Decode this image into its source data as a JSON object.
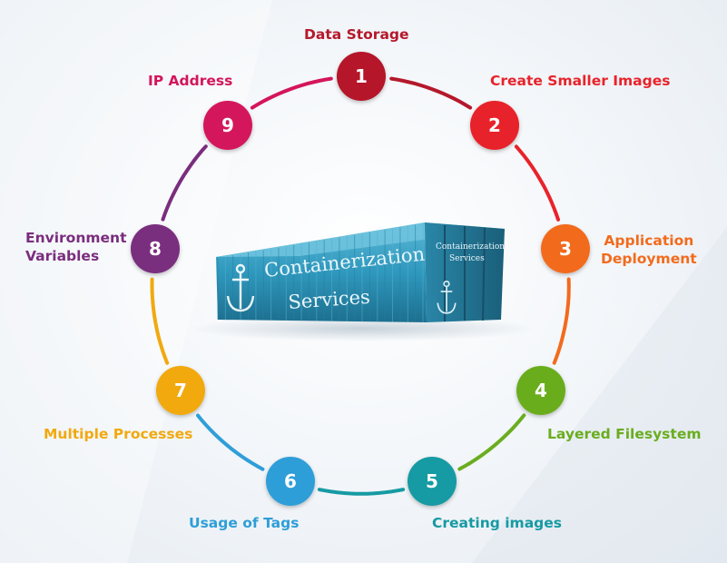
{
  "diagram": {
    "container_front_text": [
      "Containerization",
      "Services"
    ],
    "container_side_text": [
      "Containerization",
      "Services"
    ],
    "nodes": [
      {
        "number": "1",
        "label": "Data Storage",
        "color": "#b5182b"
      },
      {
        "number": "2",
        "label": "Create Smaller Images",
        "color": "#e8232b"
      },
      {
        "number": "3",
        "label": "Application\nDeployment",
        "color": "#f26b1d"
      },
      {
        "number": "4",
        "label": "Layered Filesystem",
        "color": "#6aad1f"
      },
      {
        "number": "5",
        "label": "Creating images",
        "color": "#169aa3"
      },
      {
        "number": "6",
        "label": "Usage of Tags",
        "color": "#2f9ed8"
      },
      {
        "number": "7",
        "label": "Multiple Processes",
        "color": "#f1a90f"
      },
      {
        "number": "8",
        "label": "Environment\nVariables",
        "color": "#7a2d7e"
      },
      {
        "number": "9",
        "label": "IP Address",
        "color": "#d4155b"
      }
    ],
    "label_colors": {
      "1": "#b5182b",
      "2": "#e8232b",
      "3": "#f26b1d",
      "4": "#6aad1f",
      "5": "#169aa3",
      "6": "#2f9ed8",
      "7": "#f1a90f",
      "8": "#7a2d7e",
      "9": "#d4155b"
    },
    "arc_colors": [
      "#b5182b",
      "#e8232b",
      "#f26b1d",
      "#6aad1f",
      "#169aa3",
      "#2f9ed8",
      "#f1a90f",
      "#7a2d7e",
      "#d4155b"
    ]
  }
}
